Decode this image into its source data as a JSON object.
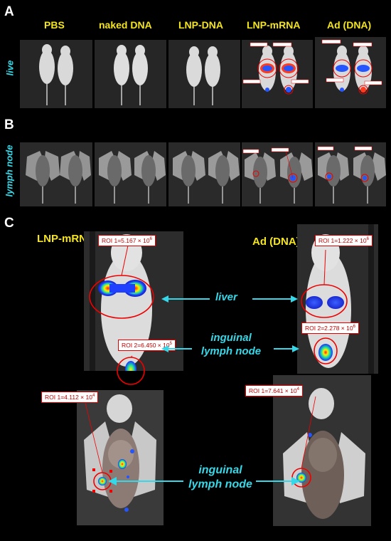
{
  "panels": {
    "a": "A",
    "b": "B",
    "c": "C"
  },
  "groups": [
    "PBS",
    "naked DNA",
    "LNP-DNA",
    "LNP-mRNA",
    "Ad (DNA)"
  ],
  "rows": {
    "live": "live",
    "lymph_node": "lymph node"
  },
  "panel_c": {
    "lnp_title": "LNP-mRNA",
    "ad_title": "Ad (DNA)",
    "liver": "liver",
    "inguinal_line1": "inguinal",
    "inguinal_line2": "lymph node",
    "roi_lnp_1_base": "ROI 1=5.167 × 10",
    "roi_lnp_1_exp": "6",
    "roi_lnp_2_base": "ROI 2=6.450 × 10",
    "roi_lnp_2_exp": "5",
    "roi_ad_1_base": "ROI 1=1.222 × 10",
    "roi_ad_1_exp": "6",
    "roi_ad_2_base": "ROI 2=2.278 × 10",
    "roi_ad_2_exp": "6",
    "roi_ln_lnp_base": "ROI 1=4.112 × 10",
    "roi_ln_lnp_exp": "4",
    "roi_ln_ad_base": "ROI 1=7.641 × 10",
    "roi_ln_ad_exp": "4",
    "bottom_inguinal_line1": "inguinal",
    "bottom_inguinal_line2": "lymph node"
  },
  "colors": {
    "cyan": "#35d8e8",
    "yellow": "#f5e51c",
    "roi_red": "#e00000"
  }
}
